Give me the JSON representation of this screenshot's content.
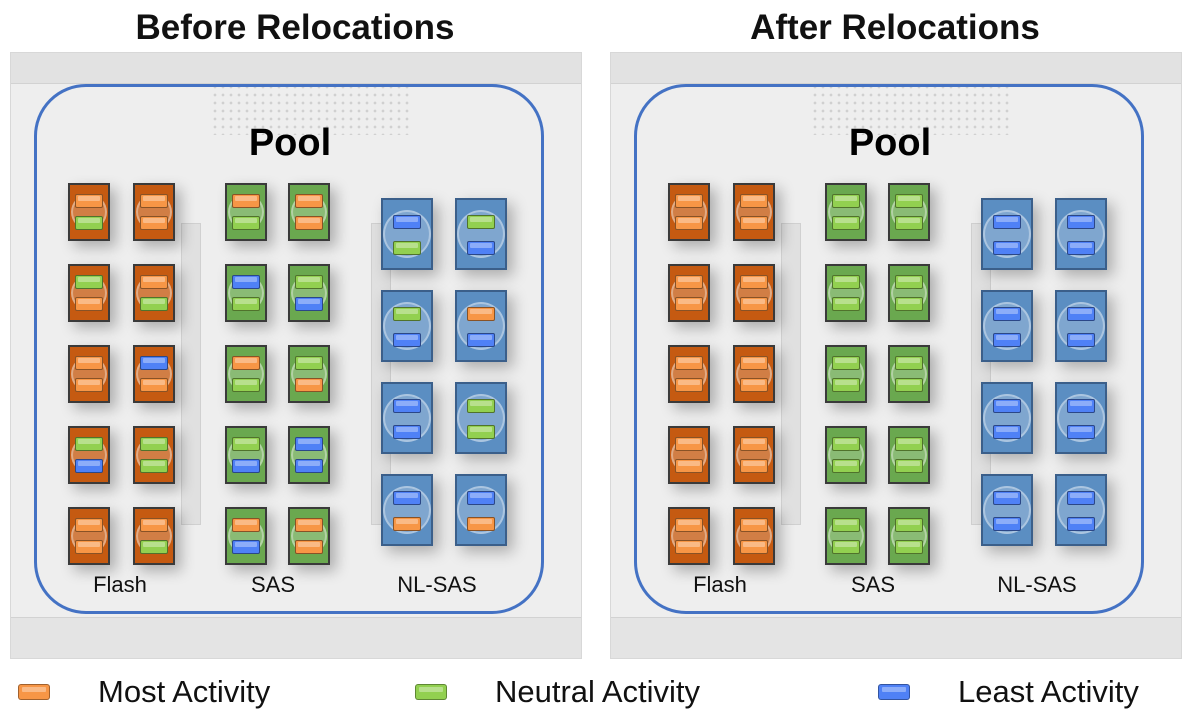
{
  "panels": [
    {
      "title": "Before Relocations",
      "pool_label": "Pool",
      "tiers": [
        {
          "name": "Flash",
          "kind": "flash",
          "drives": [
            [
              "most",
              "neutral"
            ],
            [
              "most",
              "most"
            ],
            [
              "neutral",
              "most"
            ],
            [
              "most",
              "neutral"
            ],
            [
              "most",
              "most"
            ],
            [
              "least",
              "most"
            ],
            [
              "neutral",
              "least"
            ],
            [
              "neutral",
              "neutral"
            ],
            [
              "most",
              "most"
            ],
            [
              "most",
              "neutral"
            ]
          ]
        },
        {
          "name": "SAS",
          "kind": "sas",
          "drives": [
            [
              "most",
              "neutral"
            ],
            [
              "most",
              "most"
            ],
            [
              "least",
              "neutral"
            ],
            [
              "neutral",
              "least"
            ],
            [
              "most",
              "neutral"
            ],
            [
              "neutral",
              "most"
            ],
            [
              "neutral",
              "least"
            ],
            [
              "least",
              "least"
            ],
            [
              "most",
              "least"
            ],
            [
              "most",
              "most"
            ]
          ]
        },
        {
          "name": "NL-SAS",
          "kind": "nlsas",
          "drives": [
            [
              "least",
              "neutral"
            ],
            [
              "neutral",
              "least"
            ],
            [
              "neutral",
              "least"
            ],
            [
              "most",
              "least"
            ],
            [
              "least",
              "least"
            ],
            [
              "neutral",
              "neutral"
            ],
            [
              "least",
              "most"
            ],
            [
              "least",
              "most"
            ]
          ]
        }
      ]
    },
    {
      "title": "After Relocations",
      "pool_label": "Pool",
      "tiers": [
        {
          "name": "Flash",
          "kind": "flash",
          "drives": [
            [
              "most",
              "most"
            ],
            [
              "most",
              "most"
            ],
            [
              "most",
              "most"
            ],
            [
              "most",
              "most"
            ],
            [
              "most",
              "most"
            ],
            [
              "most",
              "most"
            ],
            [
              "most",
              "most"
            ],
            [
              "most",
              "most"
            ],
            [
              "most",
              "most"
            ],
            [
              "most",
              "most"
            ]
          ]
        },
        {
          "name": "SAS",
          "kind": "sas",
          "drives": [
            [
              "neutral",
              "neutral"
            ],
            [
              "neutral",
              "neutral"
            ],
            [
              "neutral",
              "neutral"
            ],
            [
              "neutral",
              "neutral"
            ],
            [
              "neutral",
              "neutral"
            ],
            [
              "neutral",
              "neutral"
            ],
            [
              "neutral",
              "neutral"
            ],
            [
              "neutral",
              "neutral"
            ],
            [
              "neutral",
              "neutral"
            ],
            [
              "neutral",
              "neutral"
            ]
          ]
        },
        {
          "name": "NL-SAS",
          "kind": "nlsas",
          "drives": [
            [
              "least",
              "least"
            ],
            [
              "least",
              "least"
            ],
            [
              "least",
              "least"
            ],
            [
              "least",
              "least"
            ],
            [
              "least",
              "least"
            ],
            [
              "least",
              "least"
            ],
            [
              "least",
              "least"
            ],
            [
              "least",
              "least"
            ]
          ]
        }
      ]
    }
  ],
  "legend": [
    {
      "key": "most",
      "label": "Most Activity",
      "color": "#f79646"
    },
    {
      "key": "neutral",
      "label": "Neutral Activity",
      "color": "#92d050"
    },
    {
      "key": "least",
      "label": "Least Activity",
      "color": "#4f81f6"
    }
  ],
  "colors": {
    "pool_border": "#4472c4",
    "flash_drive": "#c55a11",
    "sas_drive": "#6aa84f",
    "nlsas_drive": "#5b8ec2"
  }
}
